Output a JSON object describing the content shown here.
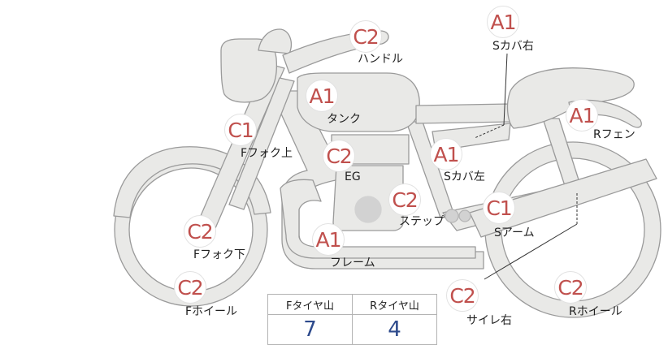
{
  "parts": [
    {
      "id": "handle",
      "rating": "C2",
      "label": "ハンドル"
    },
    {
      "id": "tank",
      "rating": "A1",
      "label": "タンク"
    },
    {
      "id": "s-cover-r",
      "rating": "A1",
      "label": "Sカバ右"
    },
    {
      "id": "r-fender",
      "rating": "A1",
      "label": "Rフェン"
    },
    {
      "id": "f-fork-up",
      "rating": "C1",
      "label": "Fフォク上"
    },
    {
      "id": "engine",
      "rating": "C2",
      "label": "EG"
    },
    {
      "id": "s-cover-l",
      "rating": "A1",
      "label": "Sカバ左"
    },
    {
      "id": "step",
      "rating": "C2",
      "label": "ステップ"
    },
    {
      "id": "s-arm",
      "rating": "C1",
      "label": "Sアーム"
    },
    {
      "id": "f-fork-low",
      "rating": "C2",
      "label": "Fフォク下"
    },
    {
      "id": "frame",
      "rating": "A1",
      "label": "フレーム"
    },
    {
      "id": "muffler",
      "rating": "C2",
      "label": "サイレ右"
    },
    {
      "id": "f-wheel",
      "rating": "C2",
      "label": "Fホイール"
    },
    {
      "id": "r-wheel",
      "rating": "C2",
      "label": "Rホイール"
    }
  ],
  "tread_table": {
    "headers": [
      "Fタイヤ山",
      "Rタイヤ山"
    ],
    "values": [
      "7",
      "4"
    ]
  },
  "colors": {
    "rating_text": "#c0504d",
    "value_text": "#2d4a8c",
    "part_fill": "#e9e9e7",
    "part_stroke": "#9a9a9a"
  }
}
